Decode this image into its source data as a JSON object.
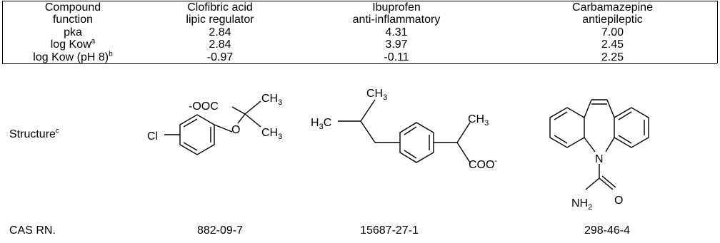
{
  "table": {
    "rows": [
      {
        "label": "Compound",
        "values": [
          "Clofibric acid",
          "Ibuprofen",
          "Carbamazepine"
        ]
      },
      {
        "label": "function",
        "values": [
          "lipic regulator",
          "anti-inflammatory",
          "antiepileptic"
        ]
      },
      {
        "label": "pka",
        "values": [
          "2.84",
          "4.31",
          "7.00"
        ]
      },
      {
        "label": "log Kow",
        "label_sup": "a",
        "values": [
          "2.84",
          "3.97",
          "2.45"
        ]
      },
      {
        "label": "log Kow (pH 8)",
        "label_sup": "b",
        "values": [
          "-0.97",
          "-0.11",
          "2.25"
        ]
      }
    ]
  },
  "structure": {
    "label": "Structure",
    "label_sup": "c",
    "clofibric": {
      "carboxylate": "-OOC",
      "ch": "CH",
      "sub3": "3",
      "o": "O",
      "cl": "Cl"
    },
    "ibuprofen": {
      "hc": "H",
      "hc_sub": "3",
      "hc_c": "C",
      "ch": "CH",
      "sub3": "3",
      "coo": "COO",
      "minus": "-"
    },
    "carbamazepine": {
      "n": "N",
      "nh": "NH",
      "nh_sub": "2",
      "o": "O"
    }
  },
  "cas": {
    "label": "CAS RN.",
    "values": [
      "882-09-7",
      "15687-27-1",
      "298-46-4"
    ]
  }
}
